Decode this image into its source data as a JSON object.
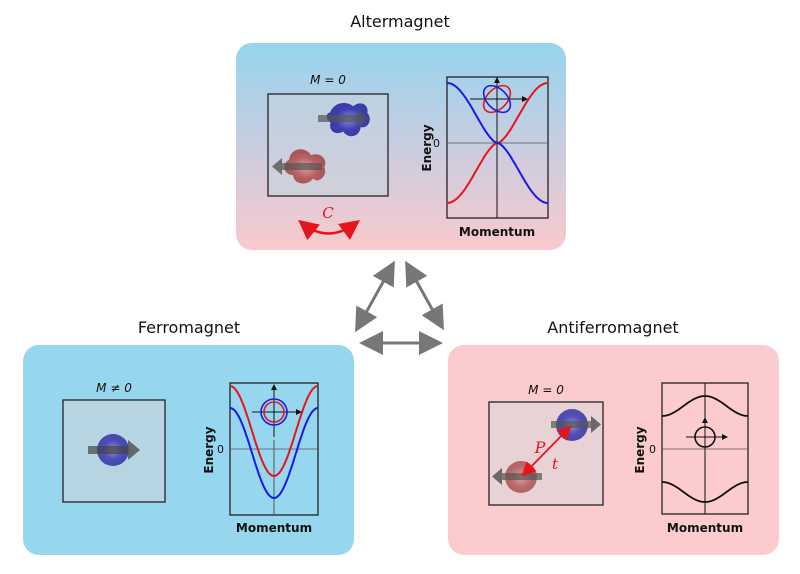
{
  "titles": {
    "altermagnet": "Altermagnet",
    "ferromagnet": "Ferromagnet",
    "antiferromagnet": "Antiferromagnet"
  },
  "panels": {
    "altermagnet": {
      "magnetization_label": "M = 0",
      "symmetry_label": "C",
      "plot": {
        "ylabel": "Energy",
        "xlabel": "Momentum",
        "zero_tick": "0",
        "band_colors": [
          "#e8141c",
          "#1a1ae6"
        ]
      }
    },
    "ferromagnet": {
      "magnetization_label": "M ≠ 0",
      "plot": {
        "ylabel": "Energy",
        "xlabel": "Momentum",
        "zero_tick": "0",
        "band_colors": [
          "#e8141c",
          "#1a1ae6"
        ]
      }
    },
    "antiferromagnet": {
      "magnetization_label": "M = 0",
      "symmetry_label": "P",
      "translation_label": "t",
      "plot": {
        "ylabel": "Energy",
        "xlabel": "Momentum",
        "zero_tick": "0",
        "band_colors": [
          "#111111",
          "#111111"
        ]
      }
    }
  },
  "colors": {
    "spin_up": "#2a2aa8",
    "spin_down": "#b05858",
    "symmetry_arrow": "#e8141c",
    "connector": "#7a7a7a"
  }
}
